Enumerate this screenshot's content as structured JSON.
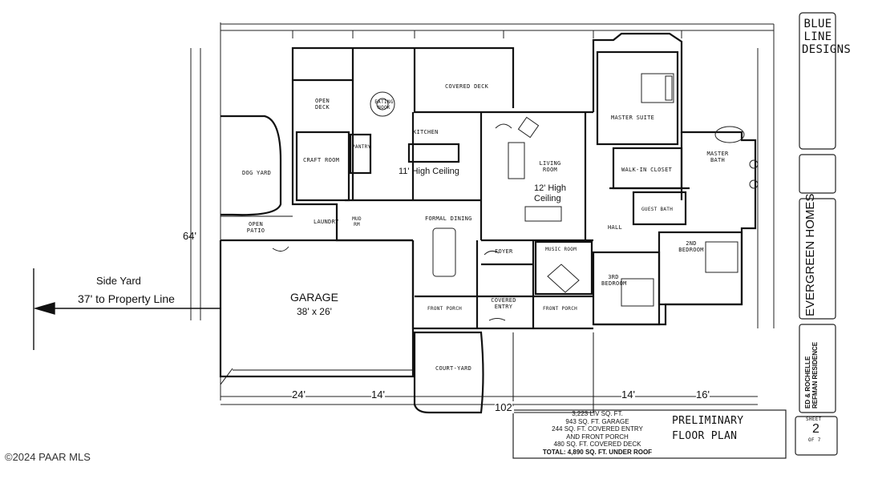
{
  "rooms": {
    "dog_yard": "DOG YARD",
    "open_deck": "OPEN DECK",
    "eating_nook": "EATING NOOK",
    "covered_deck": "COVERED DECK",
    "kitchen": "KITCHEN",
    "craft_room": "CRAFT ROOM",
    "pantry": "PANTRY",
    "living_room": "LIVING ROOM",
    "master_suite": "MASTER SUITE",
    "walk_in_closet": "WALK-IN CLOSET",
    "master_bath": "MASTER BATH",
    "open_patio": "OPEN PATIO",
    "laundry": "LAUNDRY",
    "mud_rm": "MUD RM",
    "formal_dining": "FORMAL DINING",
    "foyer": "FOYER",
    "music_room": "MUSIC ROOM",
    "hall": "HALL",
    "guest_bath": "GUEST BATH",
    "second_bedroom": "2ND BEDROOM",
    "third_bedroom": "3RD BEDROOM",
    "garage": "GARAGE",
    "garage_size": "38' x 26'",
    "front_porch_left": "FRONT PORCH",
    "covered_entry": "COVERED ENTRY",
    "front_porch_right": "FRONT PORCH",
    "court_yard": "COURT-YARD"
  },
  "annotations": {
    "kitchen_ceiling": "11' High Ceiling",
    "living_ceiling": "12' High Ceiling",
    "side_yard": "Side Yard",
    "property_line": "37' to Property Line",
    "depth": "64'",
    "dim_24": "24'",
    "dim_14_left": "14'",
    "dim_102": "102'",
    "dim_14_right": "14'",
    "dim_16": "16'"
  },
  "summary": {
    "lines": [
      "3,223 LIV SQ. FT.",
      "943 SQ. FT. GARAGE",
      "244 SQ. FT. COVERED ENTRY",
      "AND FRONT PORCH",
      "480 SQ. FT. COVERED DECK",
      "TOTAL:  4,890 SQ. FT. UNDER ROOF"
    ]
  },
  "title_block": {
    "designer": "BLUE LINE DESIGNS",
    "builder": "EVERGREEN HOMES",
    "owner": "ED & ROCHELLE REFMAN RESIDENCE",
    "plan_title_1": "PRELIMINARY",
    "plan_title_2": "FLOOR PLAN",
    "sheet_label": "SHEET",
    "sheet_number": "2",
    "sheet_of": "OF 7"
  },
  "watermark": "©2024 PAAR MLS"
}
